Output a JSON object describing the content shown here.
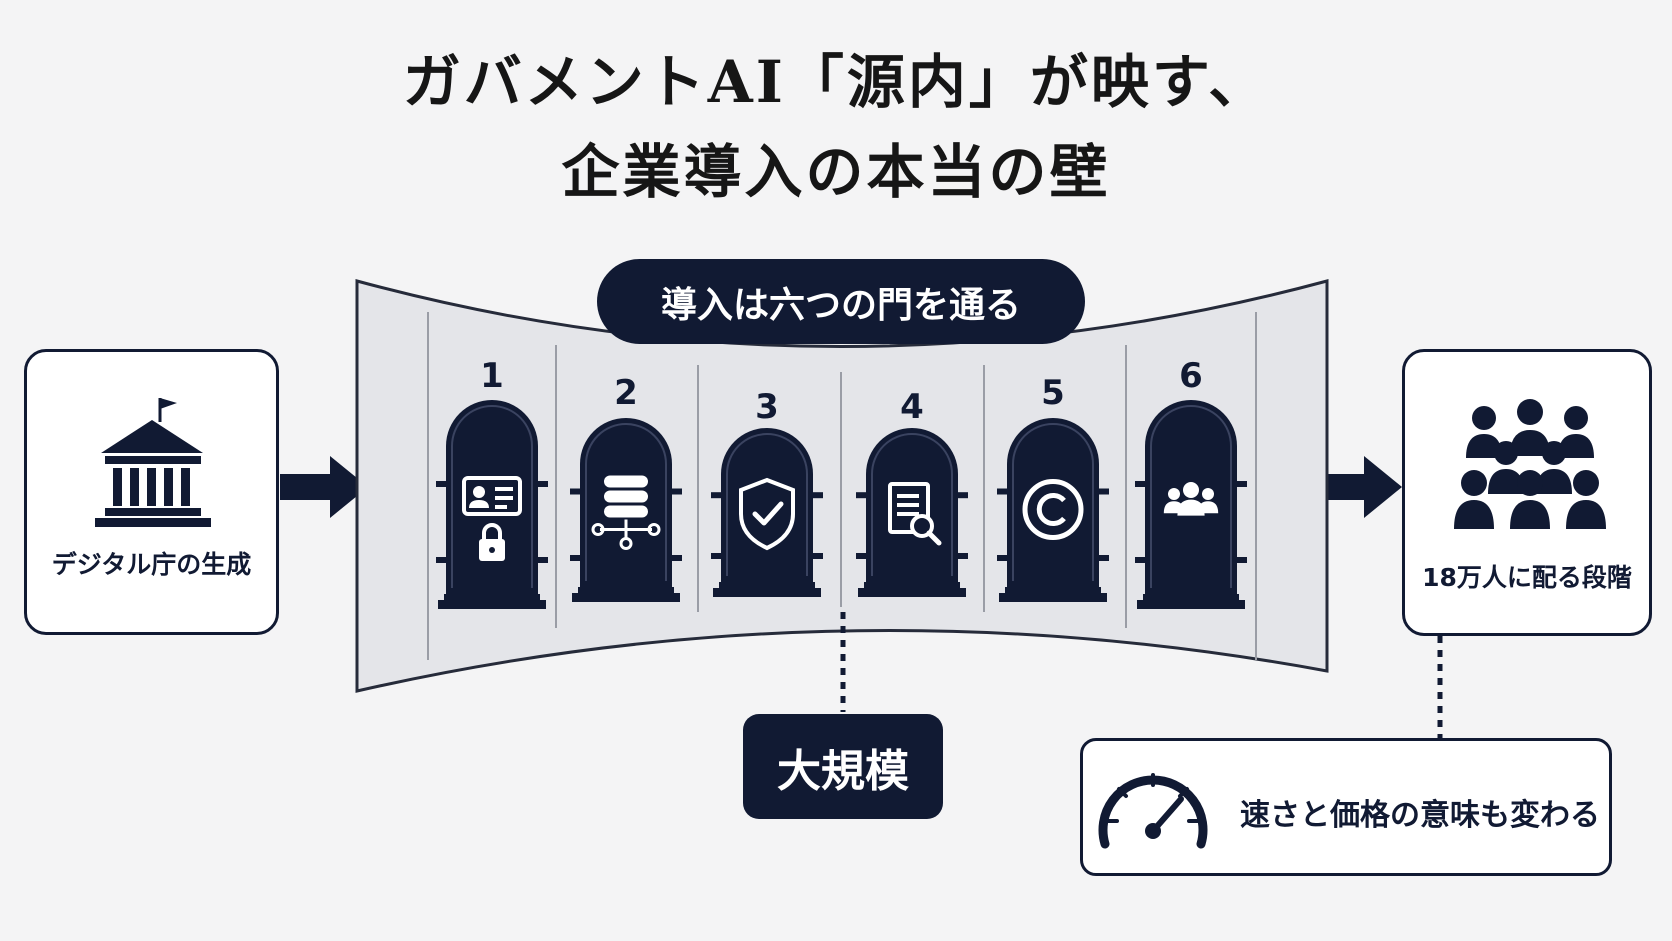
{
  "title": {
    "line1": "ガバメントAI「源内」が映す、",
    "line2": "企業導入の本当の壁"
  },
  "left_box": {
    "label": "デジタル庁の生成",
    "icon": "government-building-icon"
  },
  "right_box": {
    "label": "18万人に配る段階",
    "icon": "crowd-icon"
  },
  "banner": {
    "label": "導入は六つの門を通る"
  },
  "gates": [
    {
      "number": "1",
      "icon": "id-card-lock-icon"
    },
    {
      "number": "2",
      "icon": "database-network-icon"
    },
    {
      "number": "3",
      "icon": "shield-check-icon"
    },
    {
      "number": "4",
      "icon": "document-search-icon"
    },
    {
      "number": "5",
      "icon": "copyright-icon"
    },
    {
      "number": "6",
      "icon": "people-group-icon"
    }
  ],
  "scale_badge": {
    "label": "大規模"
  },
  "speed_box": {
    "label": "速さと価格の意味も変わる",
    "icon": "speedometer-icon"
  },
  "colors": {
    "navy": "#111a33",
    "background": "#f4f4f5",
    "panel": "#e4e5e9"
  }
}
